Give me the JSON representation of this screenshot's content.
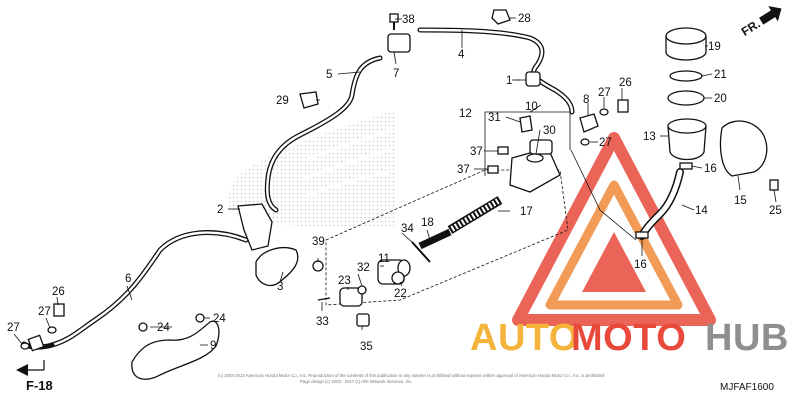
{
  "diagram": {
    "code": "MJFAF1600",
    "ref_page": "F-18",
    "front_label": "FR.",
    "part_numbers": {
      "n1": "1",
      "n2": "2",
      "n3": "3",
      "n4": "4",
      "n5": "5",
      "n6": "6",
      "n7": "7",
      "n8": "8",
      "n9": "9",
      "n10": "10",
      "n11": "11",
      "n12": "12",
      "n13": "13",
      "n14": "14",
      "n15": "15",
      "n16a": "16",
      "n16b": "16",
      "n17": "17",
      "n18": "18",
      "n19": "19",
      "n20": "20",
      "n21": "21",
      "n22": "22",
      "n23": "23",
      "n24a": "24",
      "n24b": "24",
      "n25": "25",
      "n26a": "26",
      "n26b": "26",
      "n27a": "27",
      "n27b": "27",
      "n27c": "27",
      "n27d": "27",
      "n28": "28",
      "n29": "29",
      "n30": "30",
      "n31": "31",
      "n32": "32",
      "n33": "33",
      "n34": "34",
      "n35": "35",
      "n37a": "37",
      "n37b": "37",
      "n38": "38",
      "n39": "39"
    },
    "copyright_line1": "(c) 2003-2013 American Honda Motor Co., Inc. Reproduction of the contents of this publication in any manner is prohibited without express written approval of American Honda Motor Co., Inc. is prohibited",
    "copyright_line2": "Page design (c) 2003 - 2017 (c) ARI Network Services, Inc."
  },
  "watermark": {
    "brand_part1": "AUTO",
    "brand_part2": "MOTO",
    "brand_part3": "HUB",
    "color_orange": "#f4b43c",
    "color_red": "#e8493b",
    "color_gray": "#8f8f8f"
  }
}
